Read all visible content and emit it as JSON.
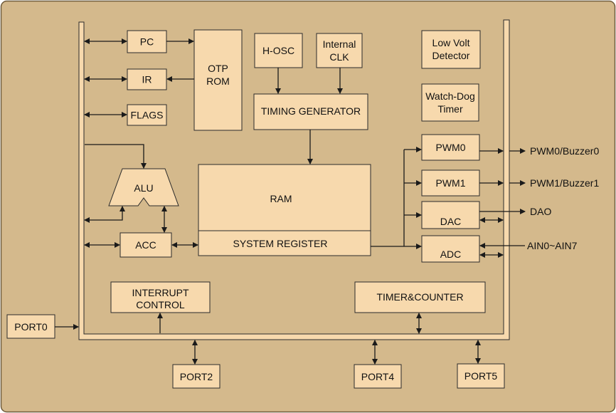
{
  "blocks": {
    "pc": "PC",
    "ir": "IR",
    "flags": "FLAGS",
    "otp_rom": [
      "OTP",
      "ROM"
    ],
    "h_osc": "H-OSC",
    "internal_clk": [
      "Internal",
      "CLK"
    ],
    "low_volt_detector": [
      "Low Volt",
      "Detector"
    ],
    "timing_generator": "TIMING GENERATOR",
    "watch_dog_timer": [
      "Watch-Dog",
      "Timer"
    ],
    "alu": "ALU",
    "ram": "RAM",
    "system_register": "SYSTEM REGISTER",
    "acc": "ACC",
    "pwm0": "PWM0",
    "pwm1": "PWM1",
    "dac": "DAC",
    "adc": "ADC",
    "interrupt_control": [
      "INTERRUPT",
      "CONTROL"
    ],
    "timer_counter": "TIMER&COUNTER",
    "port0": "PORT0",
    "port2": "PORT2",
    "port4": "PORT4",
    "port5": "PORT5"
  },
  "signals": {
    "pwm0_out": "PWM0/Buzzer0",
    "pwm1_out": "PWM1/Buzzer1",
    "dac_out": "DAO",
    "adc_in": "AIN0~AIN7"
  },
  "colors": {
    "background": "#d4b98c",
    "block_fill": "#f7d9ad",
    "line": "#1a1a1a"
  }
}
